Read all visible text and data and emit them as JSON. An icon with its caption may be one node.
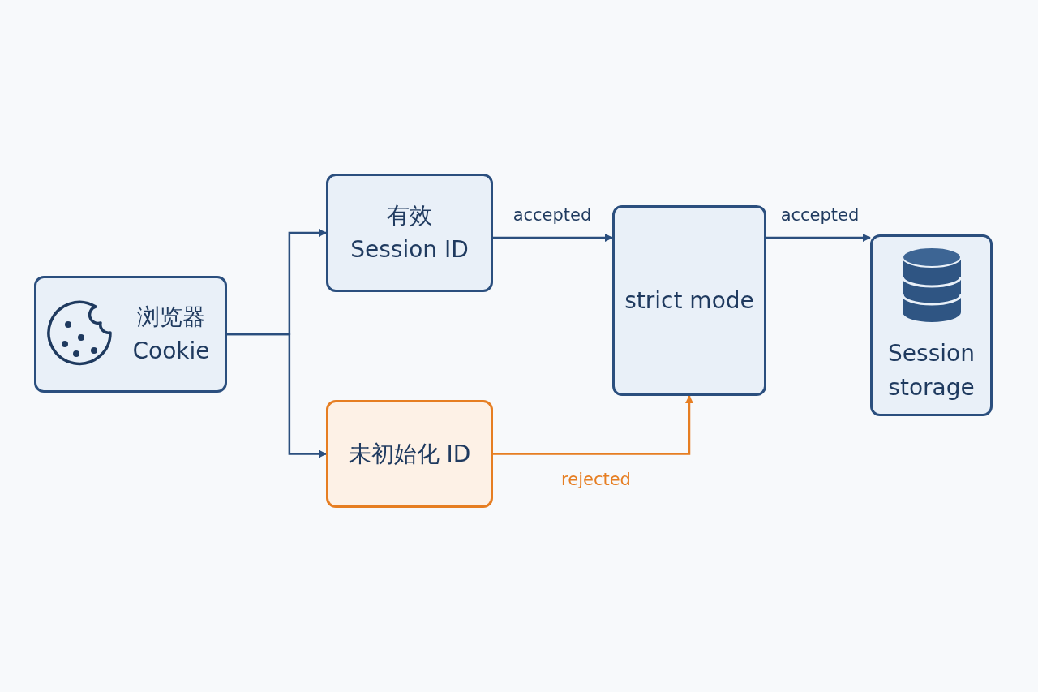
{
  "diagram": {
    "nodes": [
      {
        "text": [
          "浏览器 Cookie"
        ]
      },
      {
        "text": [
          "有效 Session ID"
        ]
      },
      {
        "text": [
          "未初始化 ID"
        ]
      },
      {
        "text": [
          "strict mode"
        ]
      },
      {
        "text": [
          "Session storage"
        ]
      }
    ],
    "edges": [
      {
        "from": 0,
        "to": 1,
        "arrow": "to"
      },
      {
        "from": 0,
        "to": 2,
        "arrow": "to"
      },
      {
        "from": 1,
        "to": 3,
        "arrow": "to",
        "label": "accepted"
      },
      {
        "from": 2,
        "to": 3,
        "arrow": "to",
        "label": "rejected",
        "color": "#e67e22"
      },
      {
        "from": 3,
        "to": 4,
        "arrow": "to",
        "label": "accepted"
      }
    ]
  }
}
